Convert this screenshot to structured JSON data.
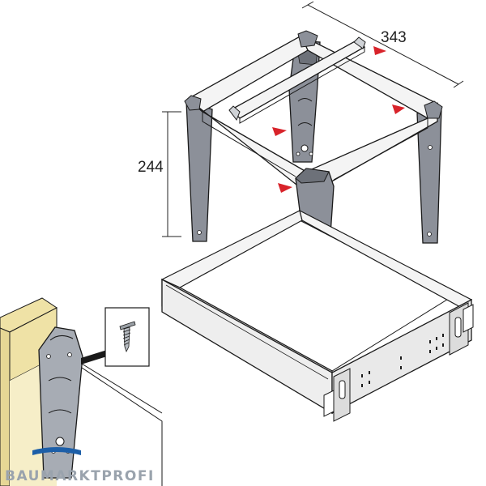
{
  "dimensions": {
    "width": "343",
    "height": "244"
  },
  "watermark": {
    "text": "BAUMARKTPROFI"
  },
  "colors": {
    "frame": "#f4f4f4",
    "outline": "#1a1a1a",
    "leg": "#8c9099",
    "leg_dark": "#6d7179",
    "arrow": "#d8232a",
    "drawer_side": "#e9e9e9",
    "wood": "#efe2a6",
    "inset_leg": "#a7acb4",
    "accent_blue": "#1d5fa8"
  },
  "icons": {
    "screw": "screw-icon",
    "direction_arrow": "red-triangle-arrow-icon"
  }
}
